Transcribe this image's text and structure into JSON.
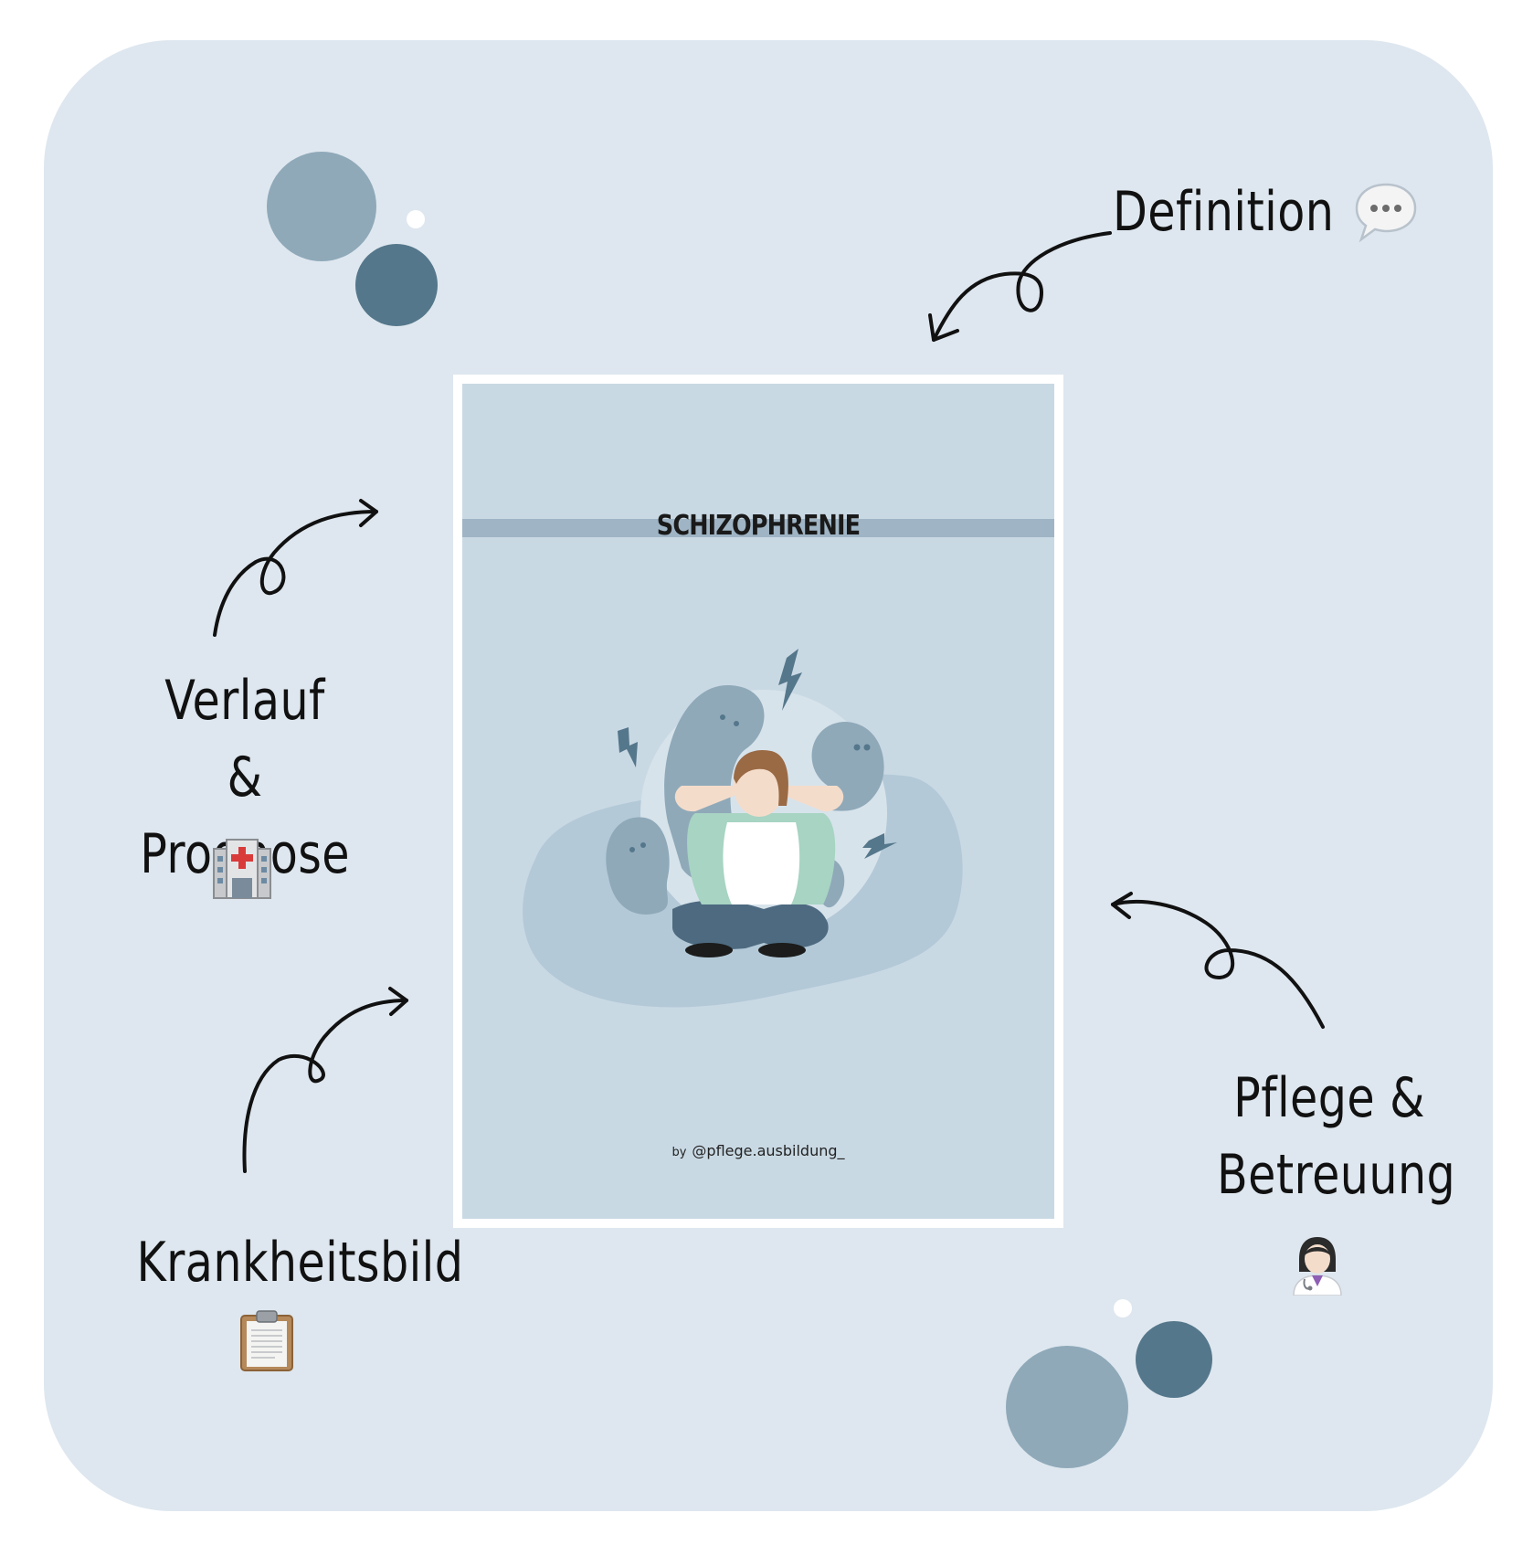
{
  "cover": {
    "title": "SCHIZOPHRENIE",
    "credit_by": "by",
    "credit_handle": "@pflege.ausbildung_"
  },
  "labels": {
    "definition": "Definition",
    "verlauf_line1": "Verlauf &",
    "verlauf_line2": "Prognose",
    "krankheitsbild": "Krankheitsbild",
    "pflege_line1": "Pflege &",
    "pflege_line2": "Betreuung"
  },
  "icons": {
    "definition": "speech-bubble-icon",
    "verlauf": "hospital-icon",
    "krankheitsbild": "clipboard-icon",
    "pflege": "health-worker-icon"
  },
  "colors": {
    "panel": "#dee7ef",
    "cover_bg": "#c9d9e4",
    "accent_light": "#8fa9b9",
    "accent_dark": "#55778b"
  }
}
